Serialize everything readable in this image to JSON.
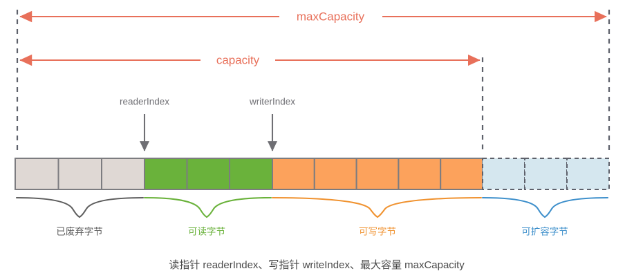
{
  "diagram": {
    "title_caption": "读指针 readerIndex、写指针 writeIndex、最大容量 maxCapacity",
    "colors": {
      "coral": "#E8705A",
      "discarded_fill": "#DFD8D4",
      "readable_fill": "#6AB23B",
      "writable_fill": "#FCA25C",
      "expandable_fill": "#D5E7EF",
      "cell_border": "#7C7C80",
      "dashed_guide": "#5E616B",
      "pointer_arrow": "#6F6F74",
      "brace_gray": "#5E5E5E",
      "brace_green": "#6AB23B",
      "brace_orange": "#F0922F",
      "brace_blue": "#3D8FCB",
      "caption_text": "#4A4A4A"
    },
    "measures": [
      {
        "id": "max-capacity",
        "label": "maxCapacity"
      },
      {
        "id": "capacity",
        "label": "capacity"
      }
    ],
    "pointers": [
      {
        "id": "reader-index",
        "label": "readerIndex"
      },
      {
        "id": "writer-index",
        "label": "writerIndex"
      }
    ],
    "segments": [
      {
        "id": "discarded",
        "label": "已废弃字节",
        "cells": 3,
        "fill": "#DFD8D4",
        "dashed": false,
        "color": "#5E5E5E"
      },
      {
        "id": "readable",
        "label": "可读字节",
        "cells": 3,
        "fill": "#6AB23B",
        "dashed": false,
        "color": "#6AB23B"
      },
      {
        "id": "writable",
        "label": "可写字节",
        "cells": 5,
        "fill": "#FCA25C",
        "dashed": false,
        "color": "#F0922F"
      },
      {
        "id": "expandable",
        "label": "可扩容字节",
        "cells": 3,
        "fill": "#D5E7EF",
        "dashed": true,
        "color": "#3D8FCB"
      }
    ],
    "total_cells": 14
  }
}
